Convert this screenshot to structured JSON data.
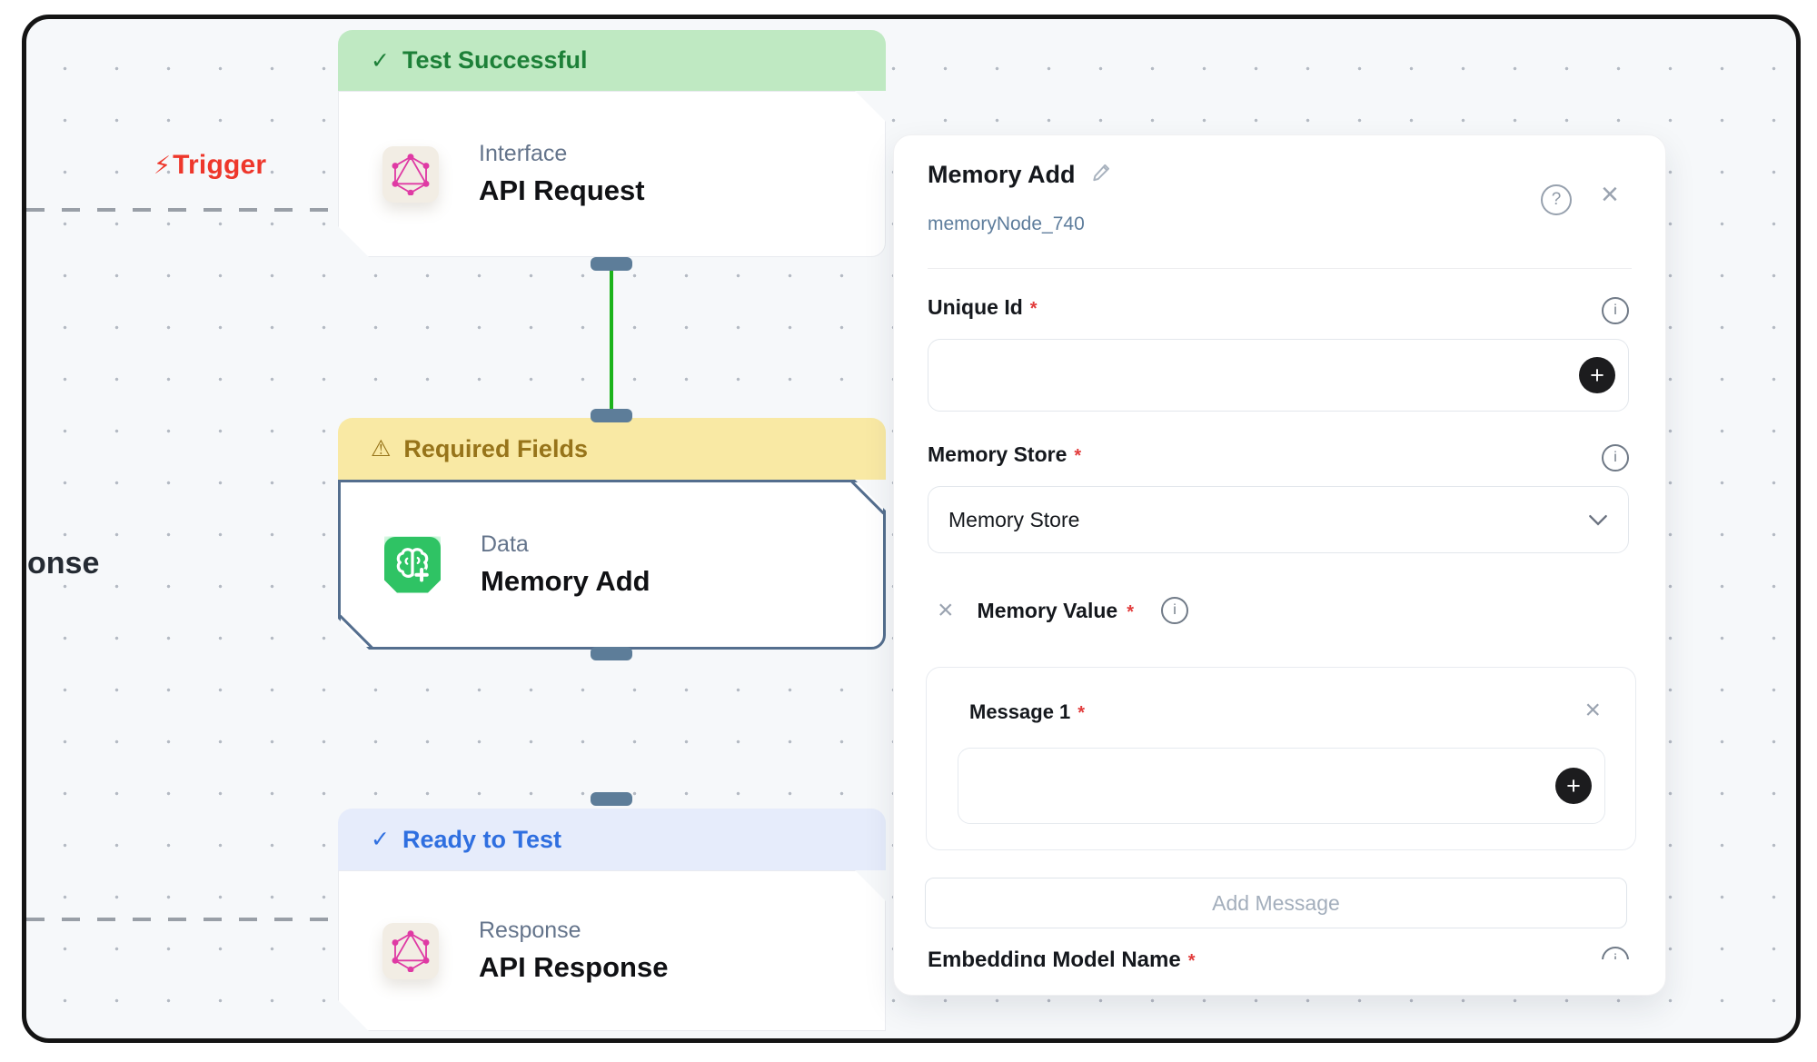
{
  "icons": {
    "check": "✓",
    "warning": "⚠",
    "bolt": "⚡",
    "close": "×",
    "plus": "+",
    "help": "?",
    "info": "i",
    "asterisk": "*"
  },
  "canvas": {
    "trigger_label": "Trigger",
    "edge_text": "onse",
    "nodes": [
      {
        "status": "Test Successful",
        "category": "Interface",
        "title": "API Request"
      },
      {
        "status": "Required Fields",
        "category": "Data",
        "title": "Memory Add"
      },
      {
        "status": "Ready to Test",
        "category": "Response",
        "title": "API Response"
      }
    ]
  },
  "panel": {
    "title": "Memory Add",
    "subtitle": "memoryNode_740",
    "unique_id_label": "Unique Id",
    "memory_store_label": "Memory Store",
    "memory_store_value": "Memory Store",
    "memory_value_label": "Memory Value",
    "message_label": "Message 1",
    "add_message_label": "Add Message",
    "embedding_label": "Embedding Model Name"
  },
  "colors": {
    "success_bg": "#bfe9c2",
    "success_text": "#1d8038",
    "warning_bg": "#f9e9a4",
    "warning_text": "#97741a",
    "ready_bg": "#e6ecfb",
    "ready_text": "#2f6fe0",
    "trigger_red": "#ee372b",
    "node_green": "#2fc364",
    "graphql_pink": "#df3aa4",
    "handle_slate": "#5d7d99",
    "connection_green": "#1cb31c",
    "required_red": "#e23c3c"
  }
}
